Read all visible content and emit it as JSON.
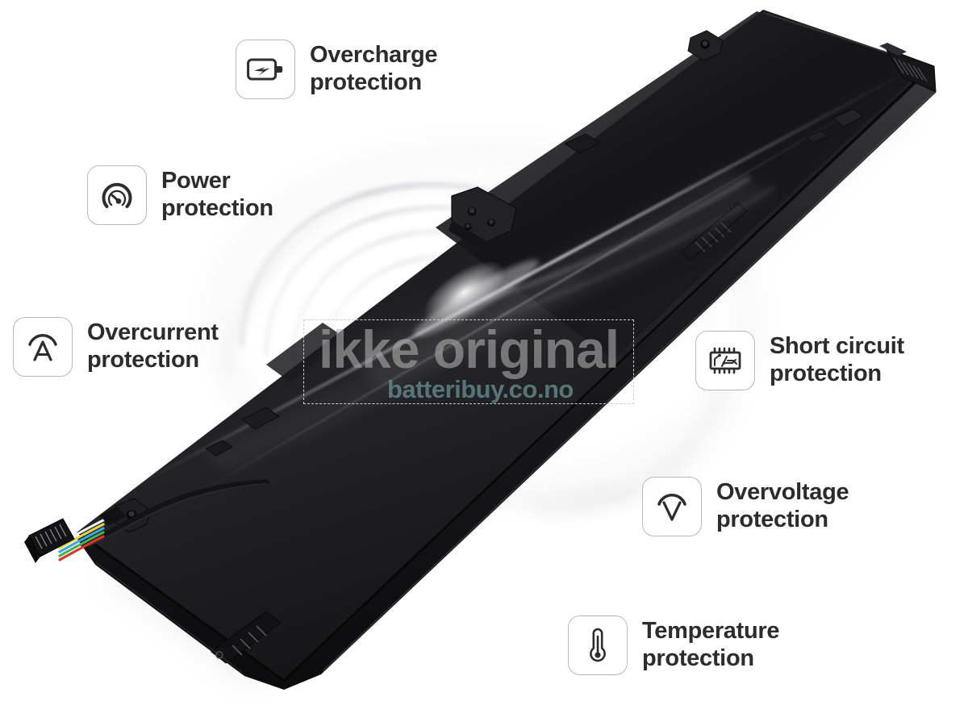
{
  "product": {
    "name": "Laptop battery pack",
    "description": "Black rectangular laptop battery shown at an angle with connector cable and ribbon wires"
  },
  "watermark": {
    "main_text": "ikke original",
    "sub_text": "batteribuy.co.no",
    "main_color": "#afafaf",
    "sub_color": "#6e9696",
    "border_color": "#cfcfcf"
  },
  "features": [
    {
      "id": "overcharge",
      "icon": "battery-bolt-icon",
      "label": "Overcharge\nprotection",
      "line1": "Overcharge",
      "line2": "protection"
    },
    {
      "id": "power",
      "icon": "gauge-icon",
      "label": "Power\nprotection",
      "line1": "Power",
      "line2": "protection"
    },
    {
      "id": "overcurrent",
      "icon": "ampere-arc-icon",
      "label": "Overcurrent\nprotection",
      "line1": "Overcurrent",
      "line2": "protection"
    },
    {
      "id": "shortcircuit",
      "icon": "microchip-icon",
      "label": "Short circuit\nprotection",
      "line1": "Short circuit",
      "line2": "protection"
    },
    {
      "id": "overvoltage",
      "icon": "volt-arc-icon",
      "label": "Overvoltage\nprotection",
      "line1": "Overvoltage",
      "line2": "protection"
    },
    {
      "id": "temperature",
      "icon": "thermometer-icon",
      "label": "Temperature\nprotection",
      "line1": "Temperature",
      "line2": "protection"
    }
  ],
  "colors": {
    "background": "#ffffff",
    "text": "#2c2c2c",
    "icon_stroke": "#2d2d2d",
    "box_border": "#b9b9b9",
    "battery_body": "#1a1a1a",
    "wire_yellow": "#e8d44a",
    "wire_blue": "#3ea8d8",
    "wire_green": "#4cae5a",
    "wire_red": "#d8392b",
    "wire_white": "#efefef"
  }
}
